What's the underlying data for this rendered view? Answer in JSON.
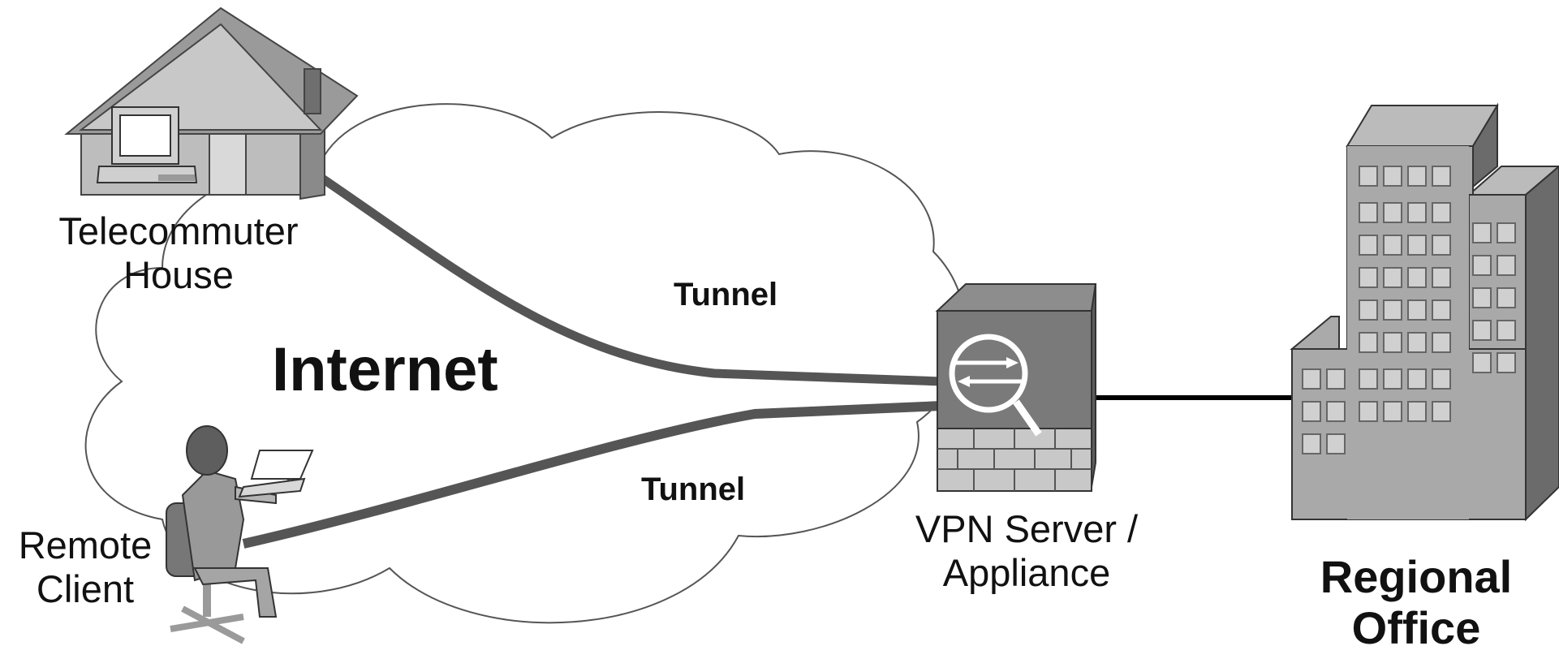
{
  "cloud": {
    "label": "Internet"
  },
  "house": {
    "label_line1": "Telecommuter",
    "label_line2": "House"
  },
  "client": {
    "label_line1": "Remote",
    "label_line2": "Client"
  },
  "vpn": {
    "label_line1": "VPN Server /",
    "label_line2": "Appliance"
  },
  "office": {
    "label_line1": "Regional",
    "label_line2": "Office"
  },
  "tunnels": [
    {
      "label": "Tunnel"
    },
    {
      "label": "Tunnel"
    }
  ]
}
